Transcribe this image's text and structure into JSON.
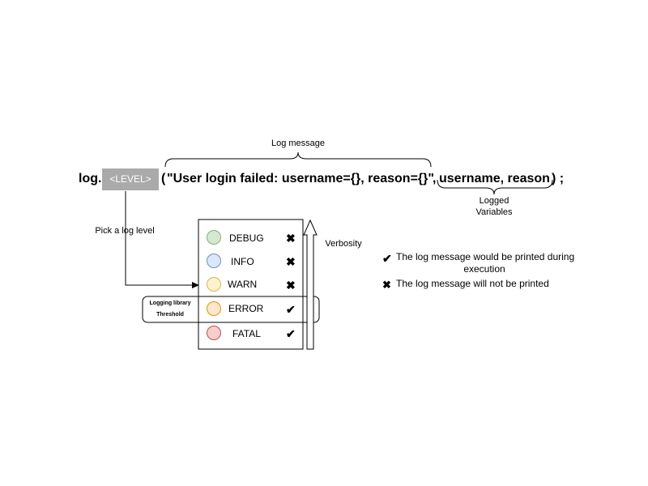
{
  "statement": {
    "prefix": "log.",
    "level_placeholder": "<LEVEL>",
    "open_paren": "(",
    "message": "\"User login failed: username={}, reason={}\"",
    "comma": ",",
    "variables": "username, reason",
    "close": ") ;"
  },
  "labels": {
    "log_message": "Log message",
    "logged_variables_line1": "Logged",
    "logged_variables_line2": "Variables",
    "pick_level": "Pick a log level",
    "verbosity": "Verbosity",
    "threshold_line1": "Logging library",
    "threshold_line2": "Threshold"
  },
  "levels": [
    {
      "name": "DEBUG",
      "mark": "✖",
      "color": "#d5e8d4",
      "border": "#82b366"
    },
    {
      "name": "INFO",
      "mark": "✖",
      "color": "#dae8fc",
      "border": "#6c8ebf"
    },
    {
      "name": "WARN",
      "mark": "✖",
      "color": "#fff2cc",
      "border": "#d6b656"
    },
    {
      "name": "ERROR",
      "mark": "✔",
      "color": "#ffe6cc",
      "border": "#d79b00"
    },
    {
      "name": "FATAL",
      "mark": "✔",
      "color": "#f8cecc",
      "border": "#b85450"
    }
  ],
  "legend": {
    "printed_icon": "✔",
    "printed_line1": "The log message would be printed during",
    "printed_line2": "execution",
    "not_printed_icon": "✖",
    "not_printed": "The log message will not be printed"
  }
}
